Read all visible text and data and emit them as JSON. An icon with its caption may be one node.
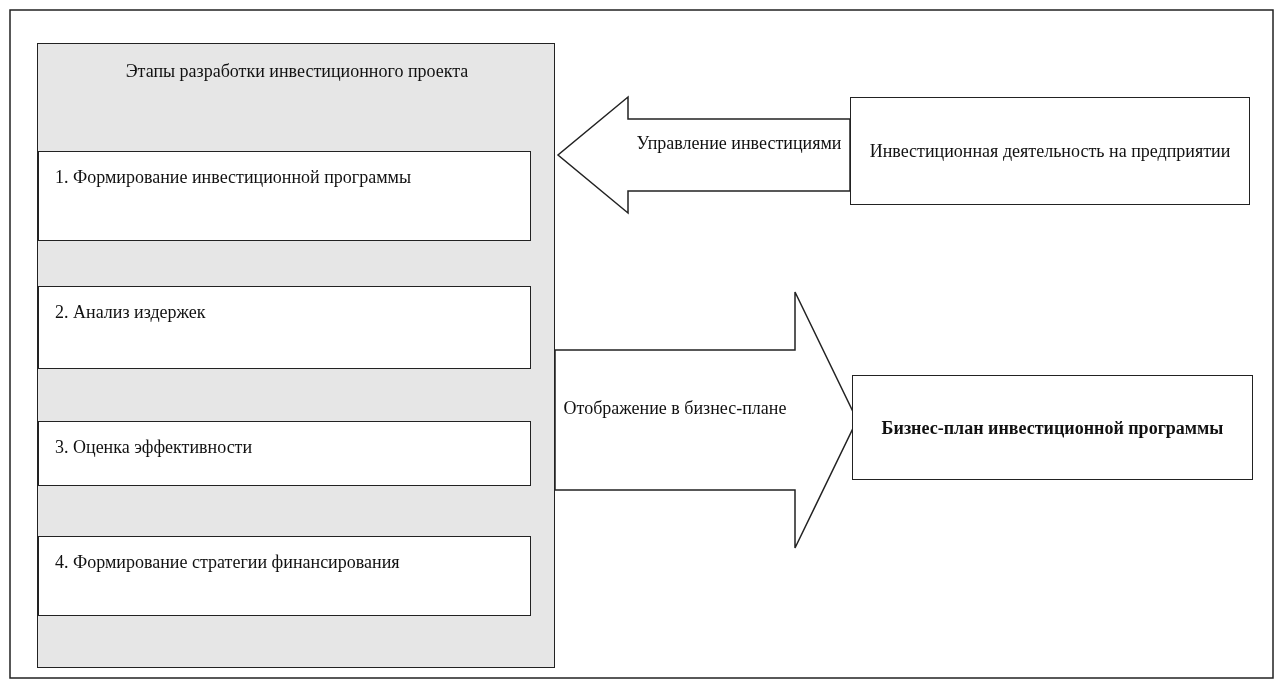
{
  "diagram": {
    "nodes": [
      {
        "text": [
          "Этапы разработки инвестиционного проекта"
        ]
      },
      {
        "text": [
          "1. Формирование инвестиционной программы"
        ],
        "in": 0
      },
      {
        "text": [
          "2. Анализ издержек"
        ],
        "in": 0
      },
      {
        "text": [
          "3. Оценка эффективности"
        ],
        "in": 0
      },
      {
        "text": [
          "4. Формирование стратегии финансирования"
        ],
        "in": 0
      },
      {
        "text": [
          "Инвестиционная деятельность на предприятии"
        ]
      },
      {
        "text": [
          "Бизнес-план инвестиционной программы"
        ]
      }
    ],
    "edges": [
      {
        "from": 5,
        "to": 0,
        "arrow": "to",
        "label": "Управление инвестициями"
      },
      {
        "from": 0,
        "to": 6,
        "arrow": "to",
        "label": "Отображение в бизнес-плане"
      }
    ]
  }
}
